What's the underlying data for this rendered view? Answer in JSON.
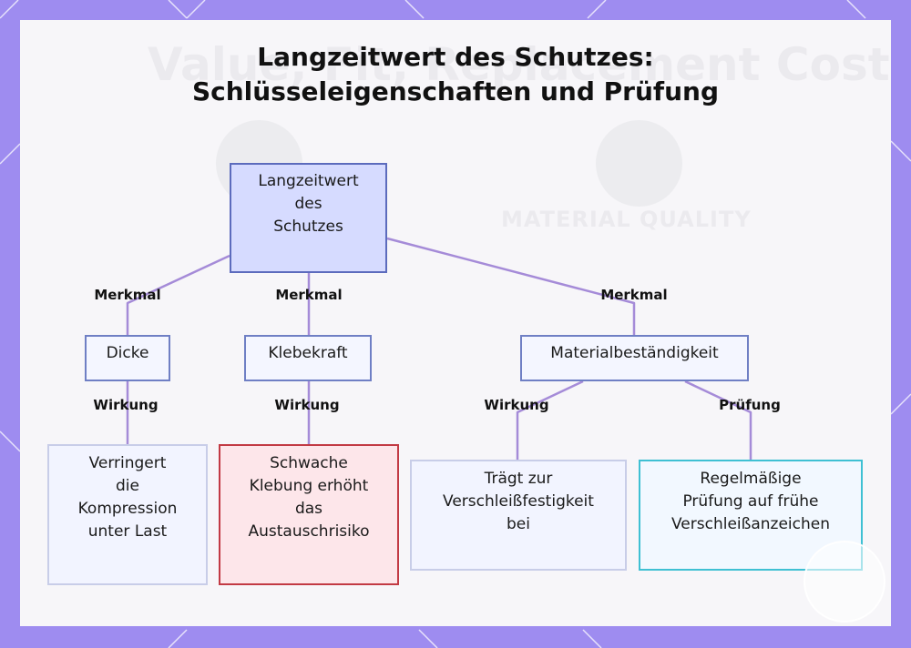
{
  "title_line1": "Langzeitwert des Schutzes:",
  "title_line2": "Schlüsseleigenschaften und Prüfung",
  "background_text": {
    "heading": "Value, Fit, Replacement Cost",
    "subheading": "MATERIAL QUALITY"
  },
  "nodes": {
    "root": "Langzeitwert\ndes\nSchutzes",
    "dicke": "Dicke",
    "klebekraft": "Klebekraft",
    "material": "Materialbeständigkeit",
    "kompression": "Verringert\ndie\nKompression\nunter Last",
    "klebung": "Schwache\nKlebung erhöht\ndas\nAustauschrisiko",
    "verschleiss": "Trägt zur\nVerschleißfestigkeit\nbei",
    "pruefung": "Regelmäßige\nPrüfung auf frühe\nVerschleißanzeichen"
  },
  "edge_labels": {
    "merkmal_1": "Merkmal",
    "merkmal_2": "Merkmal",
    "merkmal_3": "Merkmal",
    "wirkung_1": "Wirkung",
    "wirkung_2": "Wirkung",
    "wirkung_3": "Wirkung",
    "pruefung": "Prüfung"
  },
  "colors": {
    "background": "#9e8cf0",
    "edge": "#a58bd8",
    "root_fill": "#d6dbff",
    "warning_border": "#c23a44",
    "test_border": "#3fc0d3"
  }
}
